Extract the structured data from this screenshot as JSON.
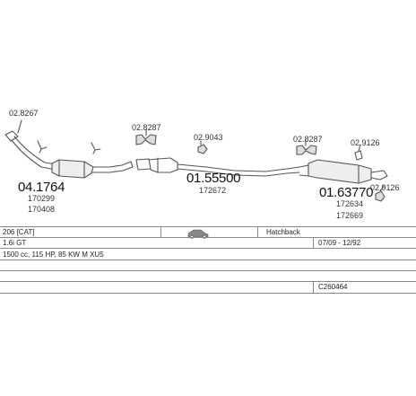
{
  "parts": [
    {
      "code": "04.1764",
      "refs": [
        "170299",
        "170408"
      ]
    },
    {
      "code": "01.55500",
      "refs": [
        "172672"
      ]
    },
    {
      "code": "01.63770",
      "refs": [
        "172634",
        "172669"
      ]
    }
  ],
  "fittings": [
    {
      "code": "02.8267"
    },
    {
      "code": "02.8287"
    },
    {
      "code": "02.9043"
    },
    {
      "code": "02.8287"
    },
    {
      "code": "02.9126"
    },
    {
      "code": "02.9126"
    }
  ],
  "table": {
    "model": "206 [CAT]",
    "body_type": "Hatchback",
    "engine": "1.6i GT",
    "period": "07/09 - 12/92",
    "spec": "1500 cc, 115 HP, 85 KW M XU5",
    "kit_code": "C260464"
  },
  "icons": [
    "car-icon"
  ],
  "colors": {
    "line": "#555555",
    "fill": "#e8e8e8",
    "grid": "#8a8a8a"
  }
}
